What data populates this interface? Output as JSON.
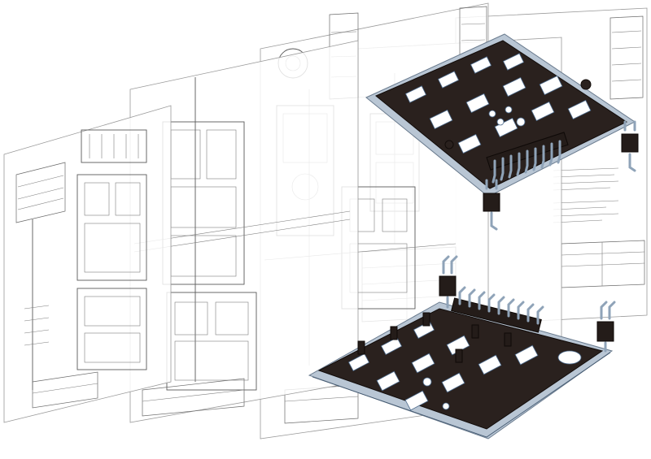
{
  "colors": {
    "paper": "#ffffff",
    "drawing_line": "#7d7d7d",
    "part_body": "#2a211e",
    "part_frame": "#b9c6d4",
    "contact_pins": "#8fa3b8"
  },
  "scene": {
    "drawing_sheets": [
      {
        "id": "sheet-1"
      },
      {
        "id": "sheet-2"
      },
      {
        "id": "sheet-3"
      },
      {
        "id": "sheet-4"
      },
      {
        "id": "sheet-5"
      }
    ],
    "parts": [
      {
        "id": "upper-carrier-assembly"
      },
      {
        "id": "lower-carrier-assembly"
      }
    ]
  }
}
